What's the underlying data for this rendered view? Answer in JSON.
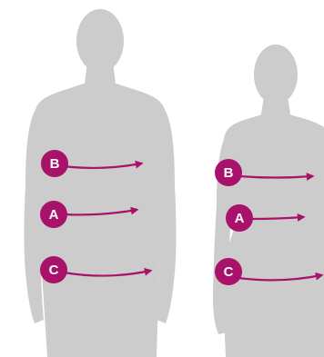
{
  "colors": {
    "silhouette": "#cccccc",
    "accent": "#a8126a",
    "badge_text": "#ffffff",
    "background": "#ffffff"
  },
  "figures": {
    "male": {
      "markers": {
        "B": "B",
        "A": "A",
        "C": "C"
      }
    },
    "female": {
      "markers": {
        "B": "B",
        "A": "A",
        "C": "C"
      }
    }
  }
}
